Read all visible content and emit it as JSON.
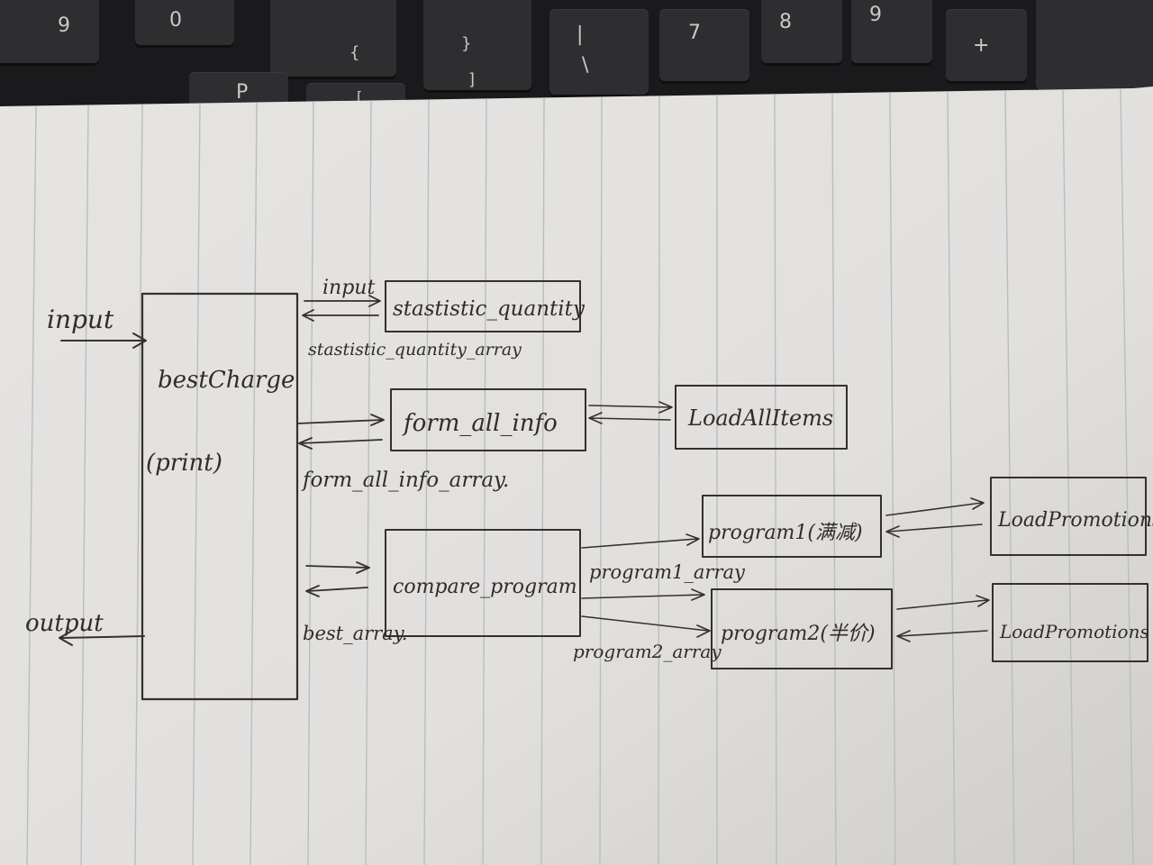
{
  "keyboard": {
    "keys": [
      {
        "id": "k1",
        "label": "9"
      },
      {
        "id": "k2",
        "label": "0"
      },
      {
        "id": "k3",
        "label": "{"
      },
      {
        "id": "k4",
        "label": "}"
      },
      {
        "id": "k5",
        "label": "P"
      },
      {
        "id": "k6",
        "label": "["
      },
      {
        "id": "k7",
        "label": "]"
      },
      {
        "id": "k8",
        "label": "|"
      },
      {
        "id": "k9",
        "label": "\\"
      },
      {
        "id": "k10",
        "label": "7"
      },
      {
        "id": "k11",
        "label": "8"
      },
      {
        "id": "k12",
        "label": "9"
      },
      {
        "id": "k13",
        "label": "+"
      }
    ]
  },
  "diagram": {
    "input_label": "input",
    "output_label": "output",
    "main_box": {
      "title": "bestCharge",
      "subtitle": "(print)"
    },
    "stat_box": {
      "label": "stastistic_quantity",
      "in_label": "input",
      "out_label": "stastistic_quantity_array"
    },
    "form_box": {
      "label": "form_all_info",
      "out_label": "form_all_info_array."
    },
    "load_items_box": {
      "label": "LoadAllItems"
    },
    "compare_box": {
      "label": "compare_program",
      "out_label": "best_array."
    },
    "program1_box": {
      "label": "program1(满减)",
      "out_label": "program1_array"
    },
    "program2_box": {
      "label": "program2(半价)",
      "out_label": "program2_array"
    },
    "load_promo1_box": {
      "label": "LoadPromotions"
    },
    "load_promo2_box": {
      "label": "LoadPromotions"
    },
    "colors": {
      "paper": "#e8e6e3",
      "ink": "#34302d",
      "rule": "#b9bcc4",
      "keyboard": "#1a1a1c"
    }
  }
}
